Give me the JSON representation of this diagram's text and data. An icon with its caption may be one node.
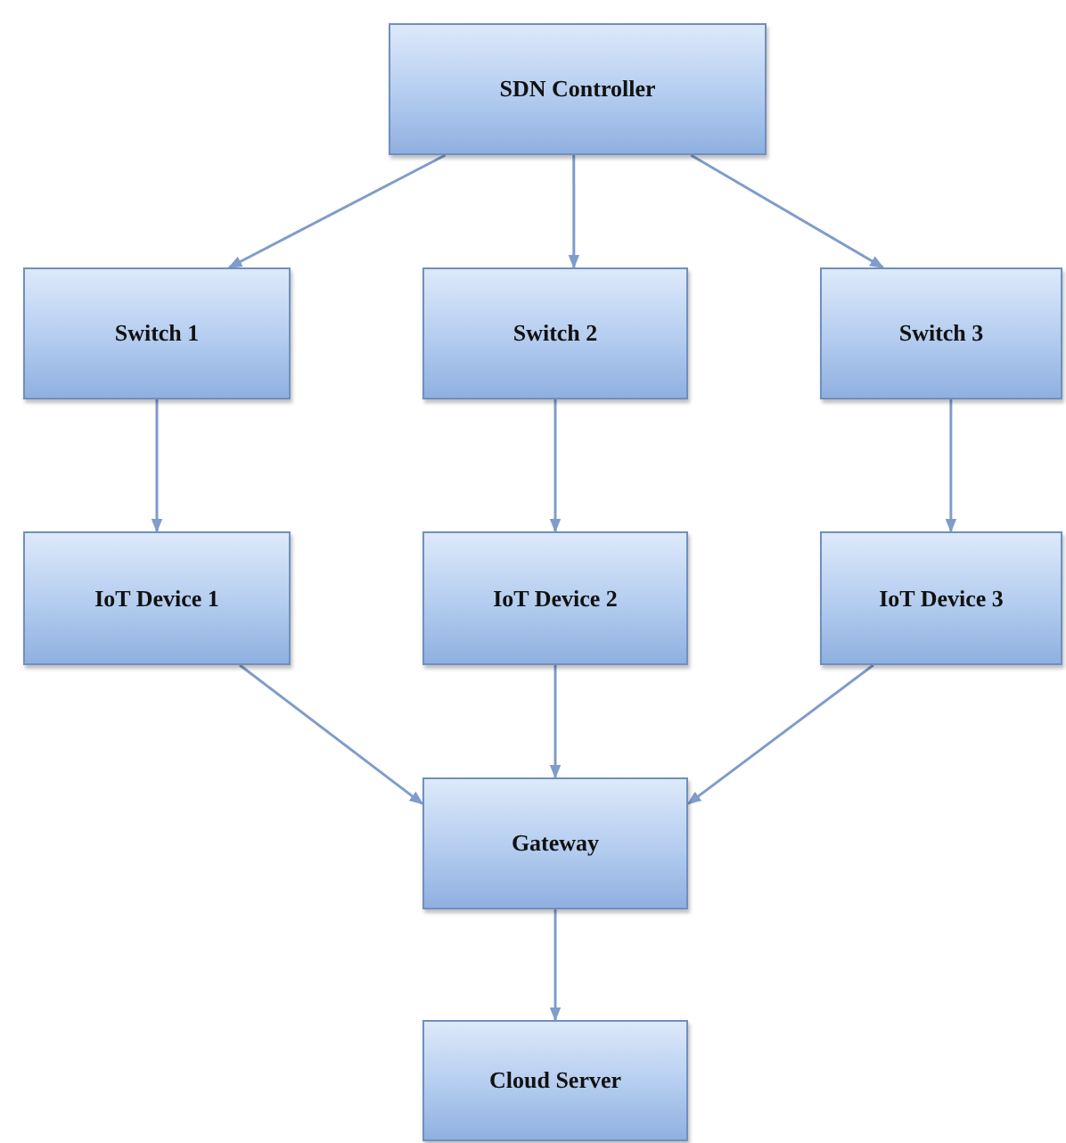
{
  "diagram": {
    "nodes": [
      {
        "text": [
          "SDN Controller"
        ]
      },
      {
        "text": [
          "Switch 1"
        ]
      },
      {
        "text": [
          "Switch 2"
        ]
      },
      {
        "text": [
          "Switch 3"
        ]
      },
      {
        "text": [
          "IoT Device 1"
        ]
      },
      {
        "text": [
          "IoT Device 2"
        ]
      },
      {
        "text": [
          "IoT Device 3"
        ]
      },
      {
        "text": [
          "Gateway"
        ]
      },
      {
        "text": [
          "Cloud Server"
        ]
      }
    ],
    "edges": [
      {
        "from": 0,
        "to": 1,
        "arrow": "to"
      },
      {
        "from": 0,
        "to": 2,
        "arrow": "to"
      },
      {
        "from": 0,
        "to": 3,
        "arrow": "to"
      },
      {
        "from": 1,
        "to": 4,
        "arrow": "to"
      },
      {
        "from": 2,
        "to": 5,
        "arrow": "to"
      },
      {
        "from": 3,
        "to": 6,
        "arrow": "to"
      },
      {
        "from": 4,
        "to": 7,
        "arrow": "to"
      },
      {
        "from": 5,
        "to": 7,
        "arrow": "to"
      },
      {
        "from": 6,
        "to": 7,
        "arrow": "to"
      },
      {
        "from": 7,
        "to": 8,
        "arrow": "to"
      }
    ]
  }
}
